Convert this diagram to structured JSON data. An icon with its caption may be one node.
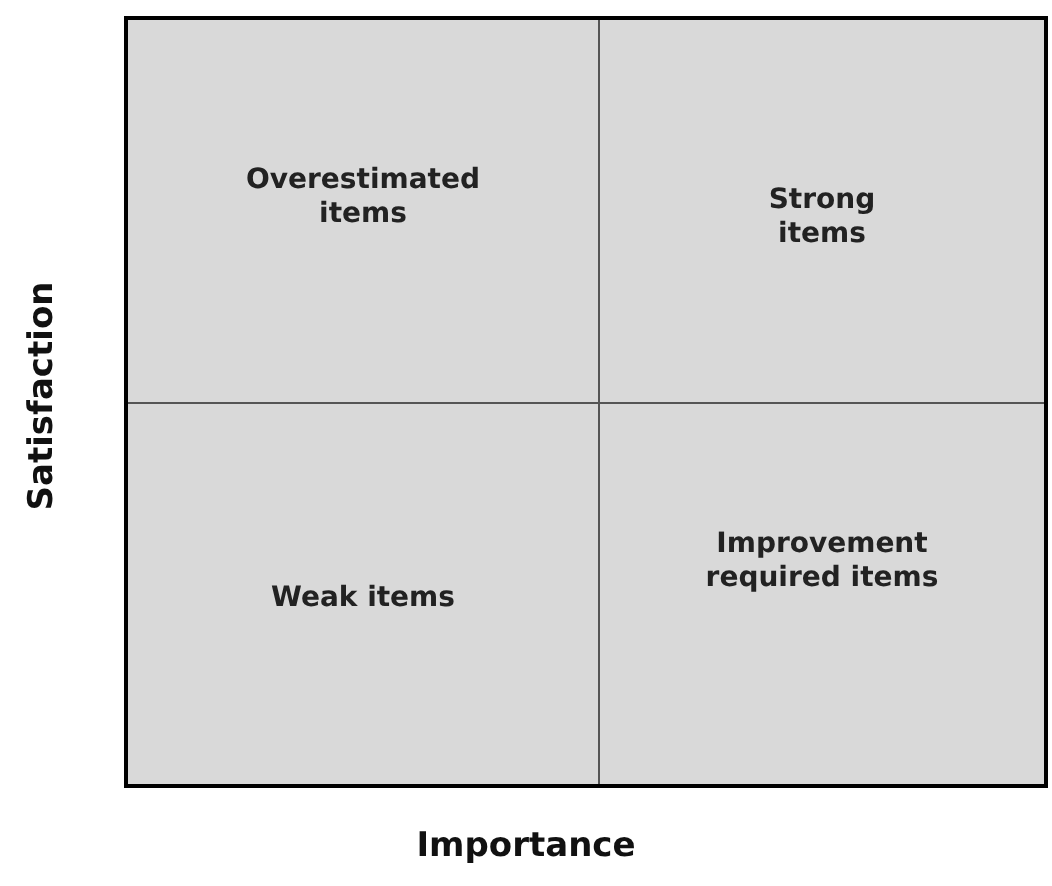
{
  "diagram": {
    "nodes": [
      {
        "text": [
          "Overestimated items"
        ]
      },
      {
        "text": [
          "Strong items"
        ]
      },
      {
        "text": [
          "Weak items"
        ]
      },
      {
        "text": [
          "Improvement required items"
        ]
      }
    ],
    "labels": [
      "Satisfaction",
      "Importance"
    ]
  }
}
